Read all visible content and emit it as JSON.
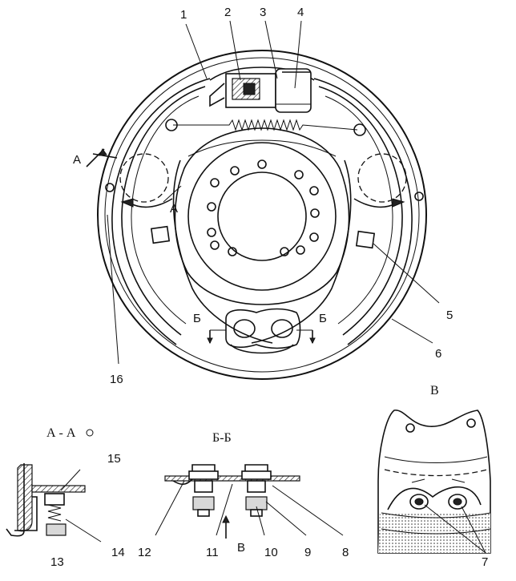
{
  "callouts": {
    "n1": "1",
    "n2": "2",
    "n3": "3",
    "n4": "4",
    "n5": "5",
    "n6": "6",
    "n7": "7",
    "n8": "8",
    "n9": "9",
    "n10": "10",
    "n11": "11",
    "n12": "12",
    "n13": "13",
    "n14": "14",
    "n15": "15",
    "n16": "16"
  },
  "section_marks": {
    "a_top": "А",
    "a_inner": "А",
    "b_left": "Б",
    "b_right": "Б",
    "v_arrow": "В"
  },
  "view_titles": {
    "section_aa": "А - А",
    "section_bb": "Б-Б",
    "view_v": "В"
  }
}
